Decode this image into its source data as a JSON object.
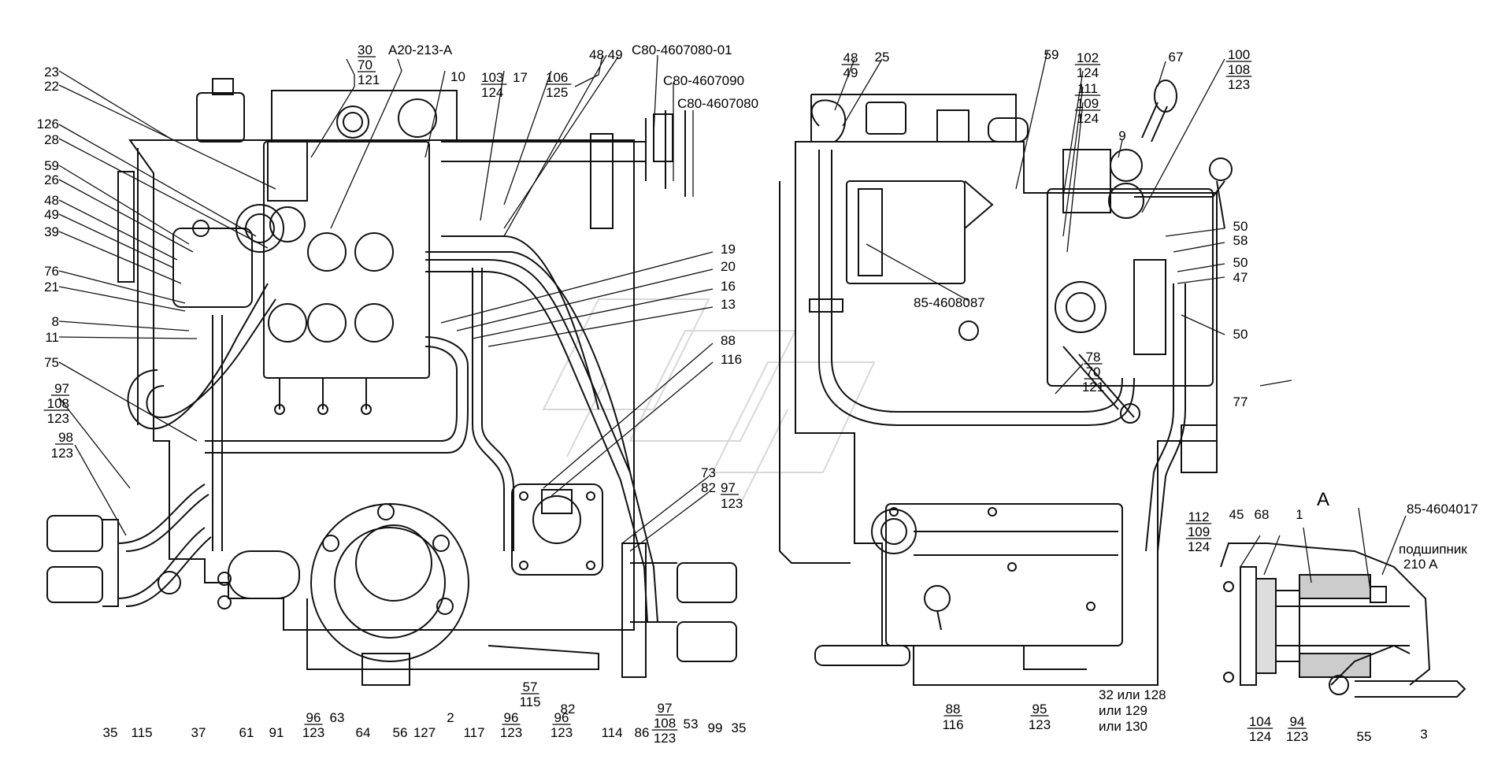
{
  "labels": [
    {
      "id": "l23",
      "t": "23"
    },
    {
      "id": "l22",
      "t": "22"
    },
    {
      "id": "l126",
      "t": "126"
    },
    {
      "id": "l28",
      "t": "28"
    },
    {
      "id": "l59a",
      "t": "59"
    },
    {
      "id": "l26",
      "t": "26"
    },
    {
      "id": "l48a",
      "t": "48"
    },
    {
      "id": "l49a",
      "t": "49"
    },
    {
      "id": "l39",
      "t": "39"
    },
    {
      "id": "l76",
      "t": "76"
    },
    {
      "id": "l21",
      "t": "21"
    },
    {
      "id": "l8",
      "t": "8"
    },
    {
      "id": "l11",
      "t": "11"
    },
    {
      "id": "l75",
      "t": "75"
    },
    {
      "id": "l97a",
      "t": "97"
    },
    {
      "id": "l108a",
      "t": "108"
    },
    {
      "id": "l123a",
      "t": "123"
    },
    {
      "id": "l98",
      "t": "98"
    },
    {
      "id": "l123b",
      "t": "123"
    },
    {
      "id": "l30",
      "t": "30"
    },
    {
      "id": "l70a",
      "t": "70"
    },
    {
      "id": "l121a",
      "t": "121"
    },
    {
      "id": "lA20",
      "t": "A20-213-A"
    },
    {
      "id": "l10",
      "t": "10"
    },
    {
      "id": "l103",
      "t": "103"
    },
    {
      "id": "l124a",
      "t": "124"
    },
    {
      "id": "l17",
      "t": "17"
    },
    {
      "id": "l106",
      "t": "106"
    },
    {
      "id": "l125",
      "t": "125"
    },
    {
      "id": "l4849",
      "t": "48 49"
    },
    {
      "id": "lC8001",
      "t": "C80-4607080-01"
    },
    {
      "id": "lC8090",
      "t": "C80-4607090"
    },
    {
      "id": "lC8080",
      "t": "C80-4607080"
    },
    {
      "id": "l19",
      "t": "19"
    },
    {
      "id": "l20",
      "t": "20"
    },
    {
      "id": "l16",
      "t": "16"
    },
    {
      "id": "l13",
      "t": "13"
    },
    {
      "id": "l88a",
      "t": "88"
    },
    {
      "id": "l116a",
      "t": "116"
    },
    {
      "id": "l73",
      "t": "73"
    },
    {
      "id": "l82a",
      "t": "82"
    },
    {
      "id": "l97b",
      "t": "97"
    },
    {
      "id": "l123c",
      "t": "123"
    },
    {
      "id": "l35a",
      "t": "35"
    },
    {
      "id": "l115a",
      "t": "115"
    },
    {
      "id": "l37",
      "t": "37"
    },
    {
      "id": "l61",
      "t": "61"
    },
    {
      "id": "l91",
      "t": "91"
    },
    {
      "id": "l96a",
      "t": "96"
    },
    {
      "id": "l123d",
      "t": "123"
    },
    {
      "id": "l63",
      "t": "63"
    },
    {
      "id": "l64",
      "t": "64"
    },
    {
      "id": "l56",
      "t": "56"
    },
    {
      "id": "l127",
      "t": "127"
    },
    {
      "id": "l2",
      "t": "2"
    },
    {
      "id": "l117",
      "t": "117"
    },
    {
      "id": "l96b",
      "t": "96"
    },
    {
      "id": "l123e",
      "t": "123"
    },
    {
      "id": "l57",
      "t": "57"
    },
    {
      "id": "l115b",
      "t": "115"
    },
    {
      "id": "l82b",
      "t": "82"
    },
    {
      "id": "l96c",
      "t": "96"
    },
    {
      "id": "l123f",
      "t": "123"
    },
    {
      "id": "l114",
      "t": "114"
    },
    {
      "id": "l86",
      "t": "86"
    },
    {
      "id": "l97c",
      "t": "97"
    },
    {
      "id": "l108b",
      "t": "108"
    },
    {
      "id": "l123g",
      "t": "123"
    },
    {
      "id": "l53",
      "t": "53"
    },
    {
      "id": "l99",
      "t": "99"
    },
    {
      "id": "l35b",
      "t": "35"
    },
    {
      "id": "l4849b",
      "t": "48"
    },
    {
      "id": "l49b",
      "t": "49"
    },
    {
      "id": "l25",
      "t": "25"
    },
    {
      "id": "l59b",
      "t": "59"
    },
    {
      "id": "l102",
      "t": "102"
    },
    {
      "id": "l124b",
      "t": "124"
    },
    {
      "id": "l111",
      "t": "111"
    },
    {
      "id": "l109a",
      "t": "109"
    },
    {
      "id": "l124c",
      "t": "124"
    },
    {
      "id": "l9",
      "t": "9"
    },
    {
      "id": "l67",
      "t": "67"
    },
    {
      "id": "l100",
      "t": "100"
    },
    {
      "id": "l108c",
      "t": "108"
    },
    {
      "id": "l123h",
      "t": "123"
    },
    {
      "id": "l50a",
      "t": "50"
    },
    {
      "id": "l58",
      "t": "58"
    },
    {
      "id": "l50b",
      "t": "50"
    },
    {
      "id": "l47",
      "t": "47"
    },
    {
      "id": "l50c",
      "t": "50"
    },
    {
      "id": "l85a",
      "t": "85-4608087"
    },
    {
      "id": "l78",
      "t": "78"
    },
    {
      "id": "l70b",
      "t": "70"
    },
    {
      "id": "l121b",
      "t": "121"
    },
    {
      "id": "l77",
      "t": "77"
    },
    {
      "id": "l88b",
      "t": "88"
    },
    {
      "id": "l116b",
      "t": "116"
    },
    {
      "id": "l95",
      "t": "95"
    },
    {
      "id": "l123i",
      "t": "123"
    },
    {
      "id": "l32a",
      "t": "32 или 128"
    },
    {
      "id": "l32b",
      "t": "или 129"
    },
    {
      "id": "l32c",
      "t": "или 130"
    },
    {
      "id": "l112",
      "t": "112"
    },
    {
      "id": "l109b",
      "t": "109"
    },
    {
      "id": "l124d",
      "t": "124"
    },
    {
      "id": "lA",
      "t": "A"
    },
    {
      "id": "l85b",
      "t": "85-4604017"
    },
    {
      "id": "l45",
      "t": "45"
    },
    {
      "id": "l68",
      "t": "68"
    },
    {
      "id": "l1",
      "t": "1"
    },
    {
      "id": "lpod",
      "t": "подшипник"
    },
    {
      "id": "l210",
      "t": "210 A"
    },
    {
      "id": "l104",
      "t": "104"
    },
    {
      "id": "l124e",
      "t": "124"
    },
    {
      "id": "l94",
      "t": "94"
    },
    {
      "id": "l123j",
      "t": "123"
    },
    {
      "id": "l55",
      "t": "55"
    },
    {
      "id": "l3",
      "t": "3"
    }
  ]
}
